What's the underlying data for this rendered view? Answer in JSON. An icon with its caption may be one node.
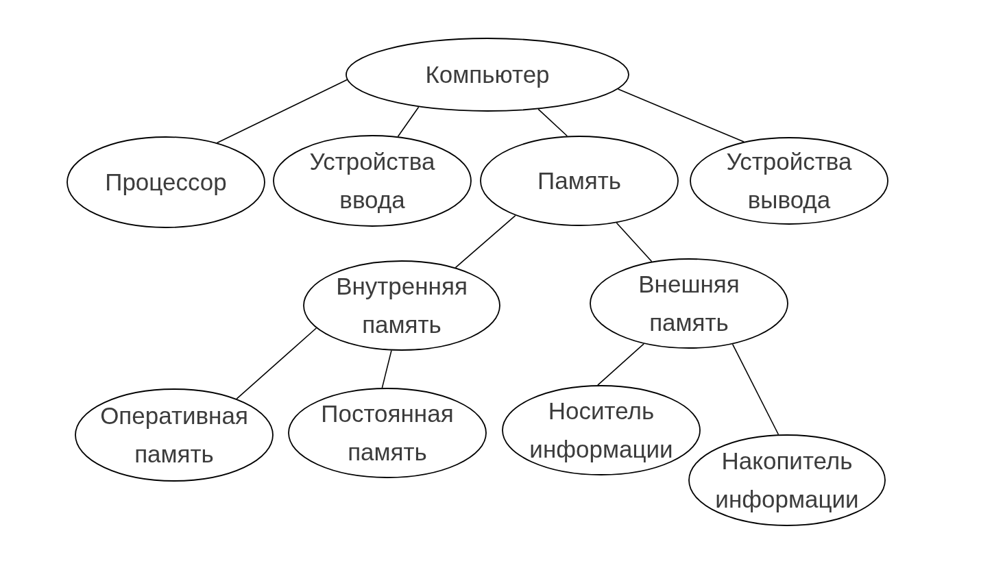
{
  "diagram": {
    "nodes": [
      {
        "text": [
          "Компьютер"
        ]
      },
      {
        "text": [
          "Процессор"
        ]
      },
      {
        "text": [
          "Устройства ввода"
        ]
      },
      {
        "text": [
          "Память"
        ]
      },
      {
        "text": [
          "Устройства вывода"
        ]
      },
      {
        "text": [
          "Внутренняя память"
        ]
      },
      {
        "text": [
          "Внешняя память"
        ]
      },
      {
        "text": [
          "Оперативная память"
        ]
      },
      {
        "text": [
          "Постоянная память"
        ]
      },
      {
        "text": [
          "Носитель информации"
        ]
      },
      {
        "text": [
          "Накопитель информации"
        ]
      }
    ],
    "edges": [
      {
        "from": 0,
        "to": 1,
        "arrow": "none"
      },
      {
        "from": 0,
        "to": 2,
        "arrow": "none"
      },
      {
        "from": 0,
        "to": 3,
        "arrow": "none"
      },
      {
        "from": 0,
        "to": 4,
        "arrow": "none"
      },
      {
        "from": 3,
        "to": 5,
        "arrow": "none"
      },
      {
        "from": 3,
        "to": 6,
        "arrow": "none"
      },
      {
        "from": 5,
        "to": 7,
        "arrow": "none"
      },
      {
        "from": 5,
        "to": 8,
        "arrow": "none"
      },
      {
        "from": 6,
        "to": 9,
        "arrow": "none"
      },
      {
        "from": 6,
        "to": 10,
        "arrow": "none"
      }
    ]
  }
}
